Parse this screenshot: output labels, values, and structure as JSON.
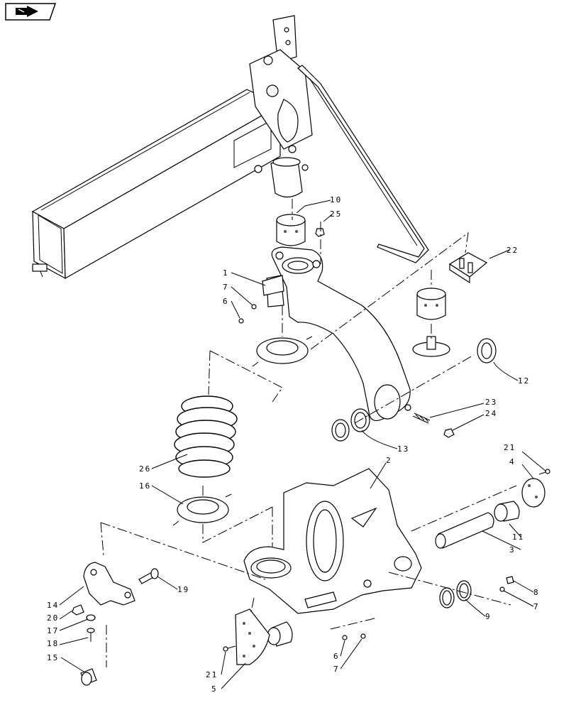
{
  "nav_icon": {
    "name": "next-page-arrow-icon"
  },
  "callouts": [
    {
      "id": "c10",
      "label": "10"
    },
    {
      "id": "c25",
      "label": "25"
    },
    {
      "id": "c22",
      "label": "22"
    },
    {
      "id": "c1",
      "label": "1"
    },
    {
      "id": "c7a",
      "label": "7"
    },
    {
      "id": "c6a",
      "label": "6"
    },
    {
      "id": "c12",
      "label": "12"
    },
    {
      "id": "c23",
      "label": "23"
    },
    {
      "id": "c24",
      "label": "24"
    },
    {
      "id": "c13",
      "label": "13"
    },
    {
      "id": "c26",
      "label": "26"
    },
    {
      "id": "c16",
      "label": "16"
    },
    {
      "id": "c2",
      "label": "2"
    },
    {
      "id": "c21a",
      "label": "21"
    },
    {
      "id": "c4",
      "label": "4"
    },
    {
      "id": "c11",
      "label": "11"
    },
    {
      "id": "c3",
      "label": "3"
    },
    {
      "id": "c19",
      "label": "19"
    },
    {
      "id": "c14",
      "label": "14"
    },
    {
      "id": "c20",
      "label": "20"
    },
    {
      "id": "c17",
      "label": "17"
    },
    {
      "id": "c18",
      "label": "18"
    },
    {
      "id": "c15",
      "label": "15"
    },
    {
      "id": "c8",
      "label": "8"
    },
    {
      "id": "c7b",
      "label": "7"
    },
    {
      "id": "c9",
      "label": "9"
    },
    {
      "id": "c6b",
      "label": "6"
    },
    {
      "id": "c7c",
      "label": "7"
    },
    {
      "id": "c21b",
      "label": "21"
    },
    {
      "id": "c5",
      "label": "5"
    }
  ]
}
